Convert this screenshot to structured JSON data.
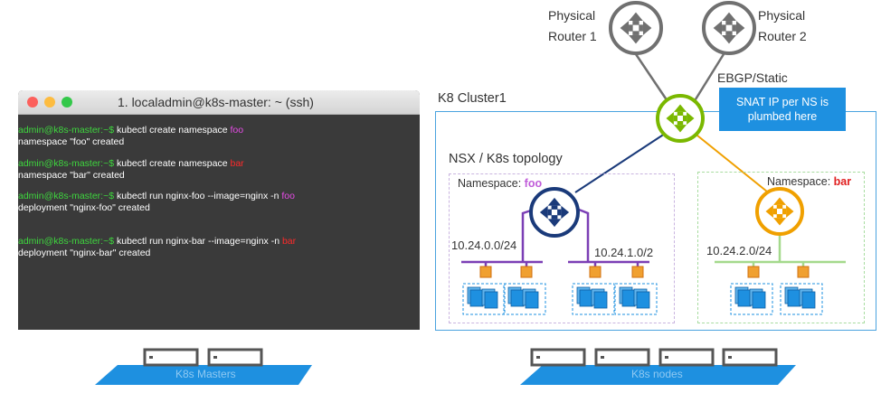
{
  "terminal": {
    "title": "1. localadmin@k8s-master: ~ (ssh)",
    "prompt": "admin@k8s-master:~$",
    "lines": [
      {
        "cmd": "kubectl create namespace ",
        "ns": "foo",
        "ns_class": "ns-foo",
        "out": "namespace \"foo\" created"
      },
      {
        "cmd": "kubectl create namespace ",
        "ns": "bar",
        "ns_class": "ns-bar",
        "out": "namespace \"bar\" created"
      },
      {
        "cmd": "kubectl run nginx-foo --image=nginx -n ",
        "ns": "foo",
        "ns_class": "ns-foo",
        "out": "deployment \"nginx-foo\" created"
      },
      {
        "cmd": "kubectl run nginx-bar --image=nginx -n ",
        "ns": "bar",
        "ns_class": "ns-bar",
        "out": "deployment \"nginx-bar\" created"
      }
    ]
  },
  "routers": {
    "physical1": {
      "line1": "Physical",
      "line2": "Router 1"
    },
    "physical2": {
      "line1": "Physical",
      "line2": "Router 2"
    }
  },
  "labels": {
    "ebgp": "EBGP/Static",
    "cluster": "K8 Cluster1",
    "snat": "SNAT IP per NS is plumbed here",
    "topology": "NSX / K8s topology",
    "namespace_prefix": "Namespace: ",
    "ns_foo": "foo",
    "ns_bar": "bar",
    "subnet_foo1": "10.24.0.0/24",
    "subnet_foo2": "10.24.1.0/2",
    "subnet_bar": "10.24.2.0/24",
    "masters": "K8s Masters",
    "nodes": "K8s nodes"
  },
  "colors": {
    "physical_router": "#707070",
    "tier0_router": "#7ab800",
    "foo_router": "#1a3a7a",
    "bar_router": "#f0a000",
    "foo_link": "#7b3fb5",
    "bar_link": "#a4d98c",
    "cluster_border": "#4aa3df",
    "snat_box": "#1e90e0",
    "platform": "#1e90e0"
  }
}
